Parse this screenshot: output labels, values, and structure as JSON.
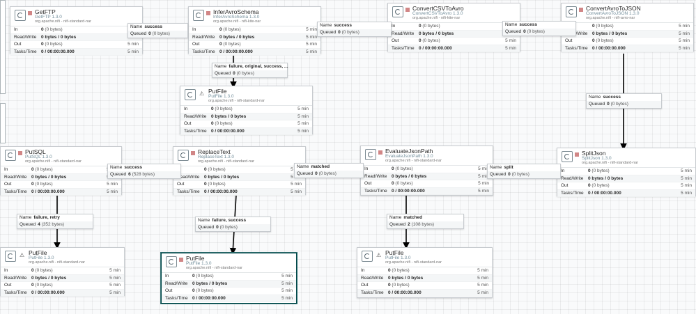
{
  "processors": [
    {
      "id": "getftp",
      "name": "GetFTP",
      "type": "GetFTP 1.3.0",
      "bundle": "org.apache.nifi - nifi-standard-nar",
      "status": "stopped",
      "stats": {
        "in": [
          "0",
          "(0 bytes)"
        ],
        "rw": "0 bytes / 0 bytes",
        "out": [
          "0",
          "(0 bytes)"
        ],
        "tasks": "0 / 00:00:00.000",
        "window": "5 min"
      }
    },
    {
      "id": "inferavro",
      "name": "InferAvroSchema",
      "type": "InferAvroSchema 1.3.0",
      "bundle": "org.apache.nifi - nifi-kite-nar",
      "status": "stopped",
      "stats": {
        "in": [
          "0",
          "(0 bytes)"
        ],
        "rw": "0 bytes / 0 bytes",
        "out": [
          "0",
          "(0 bytes)"
        ],
        "tasks": "0 / 00:00:00.000",
        "window": "5 min"
      }
    },
    {
      "id": "csvtoavro",
      "name": "ConvertCSVToAvro",
      "type": "ConvertCSVToAvro 1.3.0",
      "bundle": "org.apache.nifi - nifi-kite-nar",
      "status": "stopped",
      "stats": {
        "in": [
          "0",
          "(0 bytes)"
        ],
        "rw": "0 bytes / 0 bytes",
        "out": [
          "0",
          "(0 bytes)"
        ],
        "tasks": "0 / 00:00:00.000",
        "window": "5 min"
      }
    },
    {
      "id": "avrotojson",
      "name": "ConvertAvroToJSON",
      "type": "ConvertAvroToJSON 1.3.0",
      "bundle": "org.apache.nifi - nifi-avro-nar",
      "status": "stopped",
      "stats": {
        "in": [
          "0",
          "(0 bytes)"
        ],
        "rw": "0 bytes / 0 bytes",
        "out": [
          "0",
          "(0 bytes)"
        ],
        "tasks": "0 / 00:00:00.000",
        "window": "5 min"
      }
    },
    {
      "id": "putfile1",
      "name": "PutFile",
      "type": "PutFile 1.3.0",
      "bundle": "org.apache.nifi - nifi-standard-nar",
      "status": "invalid",
      "stats": {
        "in": [
          "0",
          "(0 bytes)"
        ],
        "rw": "0 bytes / 0 bytes",
        "out": [
          "0",
          "(0 bytes)"
        ],
        "tasks": "0 / 00:00:00.000",
        "window": "5 min"
      }
    },
    {
      "id": "putsql",
      "name": "PutSQL",
      "type": "PutSQL 1.3.0",
      "bundle": "org.apache.nifi - nifi-standard-nar",
      "status": "stopped",
      "stats": {
        "in": [
          "0",
          "(0 bytes)"
        ],
        "rw": "0 bytes / 0 bytes",
        "out": [
          "0",
          "(0 bytes)"
        ],
        "tasks": "0 / 00:00:00.000",
        "window": "5 min"
      }
    },
    {
      "id": "replacetext",
      "name": "ReplaceText",
      "type": "ReplaceText 1.3.0",
      "bundle": "org.apache.nifi - nifi-standard-nar",
      "status": "stopped",
      "stats": {
        "in": [
          "0",
          "(0 bytes)"
        ],
        "rw": "0 bytes / 0 bytes",
        "out": [
          "0",
          "(0 bytes)"
        ],
        "tasks": "0 / 00:00:00.000",
        "window": "5 min"
      }
    },
    {
      "id": "evaljson",
      "name": "EvaluateJsonPath",
      "type": "EvaluateJsonPath 1.3.0",
      "bundle": "org.apache.nifi - nifi-standard-nar",
      "status": "stopped",
      "stats": {
        "in": [
          "0",
          "(0 bytes)"
        ],
        "rw": "0 bytes / 0 bytes",
        "out": [
          "0",
          "(0 bytes)"
        ],
        "tasks": "0 / 00:00:00.000",
        "window": "5 min"
      }
    },
    {
      "id": "splitjson",
      "name": "SplitJson",
      "type": "SplitJson 1.3.0",
      "bundle": "org.apache.nifi - nifi-standard-nar",
      "status": "stopped",
      "stats": {
        "in": [
          "0",
          "(0 bytes)"
        ],
        "rw": "0 bytes / 0 bytes",
        "out": [
          "0",
          "(0 bytes)"
        ],
        "tasks": "0 / 00:00:00.000",
        "window": "5 min"
      }
    },
    {
      "id": "putfile2",
      "name": "PutFile",
      "type": "PutFile 1.3.0",
      "bundle": "org.apache.nifi - nifi-standard-nar",
      "status": "invalid",
      "stats": {
        "in": [
          "0",
          "(0 bytes)"
        ],
        "rw": "0 bytes / 0 bytes",
        "out": [
          "0",
          "(0 bytes)"
        ],
        "tasks": "0 / 00:00:00.000",
        "window": "5 min"
      }
    },
    {
      "id": "putfile3",
      "name": "PutFile",
      "type": "PutFile 1.3.0",
      "bundle": "org.apache.nifi - nifi-standard-nar",
      "status": "stopped",
      "stats": {
        "in": [
          "0",
          "(0 bytes)"
        ],
        "rw": "0 bytes / 0 bytes",
        "out": [
          "0",
          "(0 bytes)"
        ],
        "tasks": "0 / 00:00:00.000",
        "window": "5 min"
      }
    },
    {
      "id": "putfile4",
      "name": "PutFile",
      "type": "PutFile 1.3.0",
      "bundle": "org.apache.nifi - nifi-standard-nar",
      "status": "invalid",
      "stats": {
        "in": [
          "0",
          "(0 bytes)"
        ],
        "rw": "0 bytes / 0 bytes",
        "out": [
          "0",
          "(0 bytes)"
        ],
        "tasks": "0 / 00:00:00.000",
        "window": "5 min"
      }
    }
  ],
  "stat_labels": {
    "in": "In",
    "rw": "Read/Write",
    "out": "Out",
    "tasks": "Tasks/Time"
  },
  "connections": [
    {
      "id": "c1",
      "name": "success",
      "queued": "0",
      "size": "(0 bytes)"
    },
    {
      "id": "c2",
      "name": "success",
      "queued": "0",
      "size": "(0 bytes)"
    },
    {
      "id": "c3",
      "name": "success",
      "queued": "0",
      "size": "(0 bytes)"
    },
    {
      "id": "c4",
      "name": "failure, original, success, ...",
      "queued": "0",
      "size": "(0 bytes)"
    },
    {
      "id": "c5",
      "name": "success",
      "queued": "0",
      "size": "(0 bytes)"
    },
    {
      "id": "c6",
      "name": "success",
      "queued": "6",
      "size": "(528 bytes)"
    },
    {
      "id": "c7",
      "name": "matched",
      "queued": "0",
      "size": "(0 bytes)"
    },
    {
      "id": "c8",
      "name": "split",
      "queued": "0",
      "size": "(0 bytes)"
    },
    {
      "id": "c9",
      "name": "failure, retry",
      "queued": "4",
      "size": "(352 bytes)"
    },
    {
      "id": "c10",
      "name": "failure, success",
      "queued": "0",
      "size": "(0 bytes)"
    },
    {
      "id": "c11",
      "name": "matched",
      "queued": "2",
      "size": "(108 bytes)"
    }
  ],
  "conn_labels": {
    "name": "Name",
    "queued": "Queued"
  },
  "colors": {
    "stopped": "#d18686",
    "selected_border": "#004849",
    "canvas": "#f9fafb",
    "edge": "#000000"
  }
}
